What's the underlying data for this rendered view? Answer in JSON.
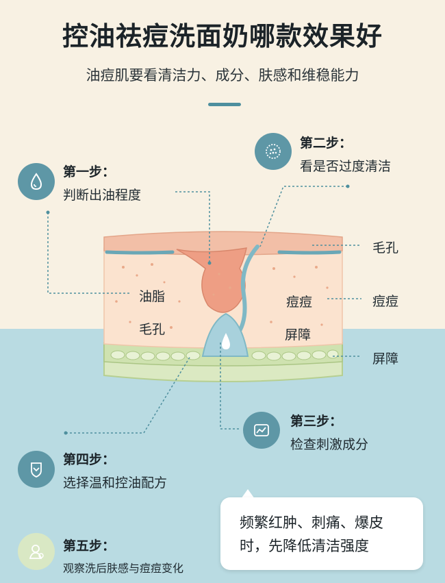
{
  "header": {
    "title": "控油祛痘洗面奶哪款效果好",
    "subtitle": "油痘肌要看清洁力、成分、肤感和维稳能力"
  },
  "steps": [
    {
      "title": "第一步：",
      "desc": "判断出油程度",
      "icon": "water-drop-icon"
    },
    {
      "title": "第二步：",
      "desc": "看是否过度清洁",
      "icon": "pore-dots-icon"
    },
    {
      "title": "第三步：",
      "desc": "检查刺激成分",
      "icon": "skin-check-icon"
    },
    {
      "title": "第四步：",
      "desc": "选择温和控油配方",
      "icon": "shield-bottle-icon"
    },
    {
      "title": "第五步：",
      "desc": "观察洗后肤感与痘痘变化",
      "icon": "person-face-icon"
    }
  ],
  "diagram_labels": {
    "inner_oil": "油脂",
    "inner_pore": "毛孔",
    "inner_acne": "痘痘",
    "inner_barrier": "屏障",
    "outer_pore": "毛孔",
    "outer_acne": "痘痘",
    "outer_barrier": "屏障"
  },
  "tip": {
    "line1": "频繁红肿、刺痛、爆皮",
    "line2": "时，先降低清洁强度"
  },
  "colors": {
    "accent": "#4e8f9e",
    "icon_bg": "#5e97a6",
    "top_bg": "#f8f1e3",
    "bottom_bg": "#b9dbe2",
    "skin_surface": "#f2bfa7",
    "dermis": "#fbe3cf",
    "barrier_green": "#cfe2b0"
  }
}
